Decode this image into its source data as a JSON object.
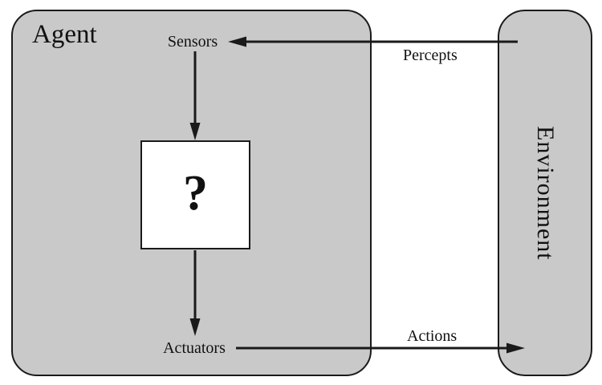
{
  "diagram": {
    "agent_label": "Agent",
    "environment_label": "Environment",
    "sensors_label": "Sensors",
    "actuators_label": "Actuators",
    "percepts_label": "Percepts",
    "actions_label": "Actions",
    "program_placeholder": "?",
    "colors": {
      "box_fill": "#c9c9c9",
      "outline": "#1a1a1a",
      "program_box_fill": "#ffffff",
      "background": "#ffffff"
    },
    "arrows": [
      {
        "name": "percepts-arrow",
        "from": "Environment",
        "to": "Sensors",
        "direction": "left"
      },
      {
        "name": "sensors-to-program-arrow",
        "from": "Sensors",
        "to": "?",
        "direction": "down"
      },
      {
        "name": "program-to-actuators-arrow",
        "from": "?",
        "to": "Actuators",
        "direction": "down"
      },
      {
        "name": "actions-arrow",
        "from": "Actuators",
        "to": "Environment",
        "direction": "right"
      }
    ]
  }
}
